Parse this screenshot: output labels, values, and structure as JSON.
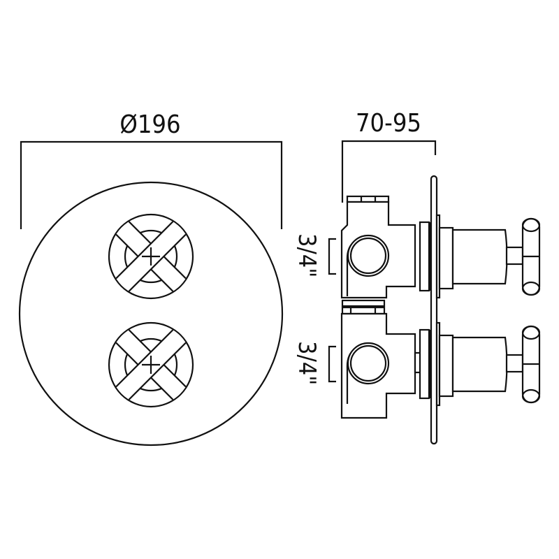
{
  "front_view": {
    "diameter_label": "Ø196",
    "handles": 2,
    "handle_style": "cross-handle"
  },
  "side_view": {
    "depth_label": "70-95",
    "inlet_labels": [
      "3/4\"",
      "3/4\""
    ]
  },
  "colors": {
    "line": "#111111",
    "background": "#ffffff"
  }
}
